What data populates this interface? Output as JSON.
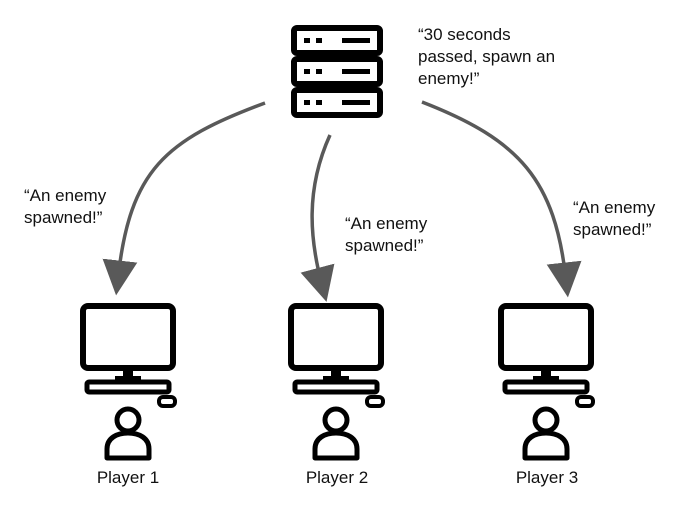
{
  "server": {
    "icon": "server-icon",
    "message_lines": [
      "“30 seconds",
      "passed, spawn an",
      "enemy!”"
    ]
  },
  "notifications": [
    {
      "lines": [
        "“An enemy",
        "spawned!”"
      ]
    },
    {
      "lines": [
        "“An enemy",
        "spawned!”"
      ]
    },
    {
      "lines": [
        "“An enemy",
        "spawned!”"
      ]
    }
  ],
  "players": [
    {
      "name": "Player 1",
      "icons": [
        "computer-icon",
        "user-icon"
      ]
    },
    {
      "name": "Player 2",
      "icons": [
        "computer-icon",
        "user-icon"
      ]
    },
    {
      "name": "Player 3",
      "icons": [
        "computer-icon",
        "user-icon"
      ]
    }
  ],
  "colors": {
    "arrow": "#595959",
    "icon": "#000000",
    "text": "#111111"
  }
}
